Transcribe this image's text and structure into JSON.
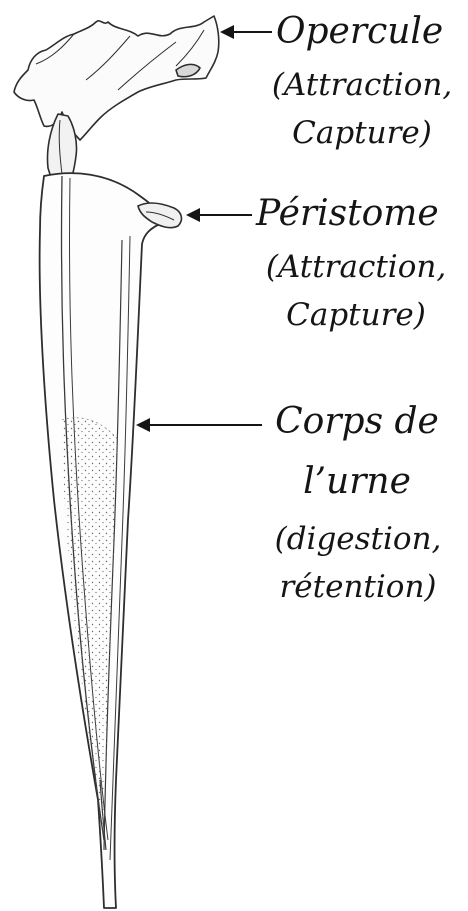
{
  "labels": {
    "opercule": {
      "name": "Opercule",
      "role_line1": "(Attraction,",
      "role_line2": "Capture)"
    },
    "peristome": {
      "name": "Péristome",
      "role_line1": "(Attraction,",
      "role_line2": "Capture)"
    },
    "corps": {
      "name_line1": "Corps de",
      "name_line2": "l’urne",
      "role_line1": "(digestion,",
      "role_line2": "rétention)"
    }
  },
  "colors": {
    "ink": "#151515",
    "pencil": "#3a3a3a",
    "paper": "#ffffff",
    "stipple": "#6a6a6a"
  }
}
